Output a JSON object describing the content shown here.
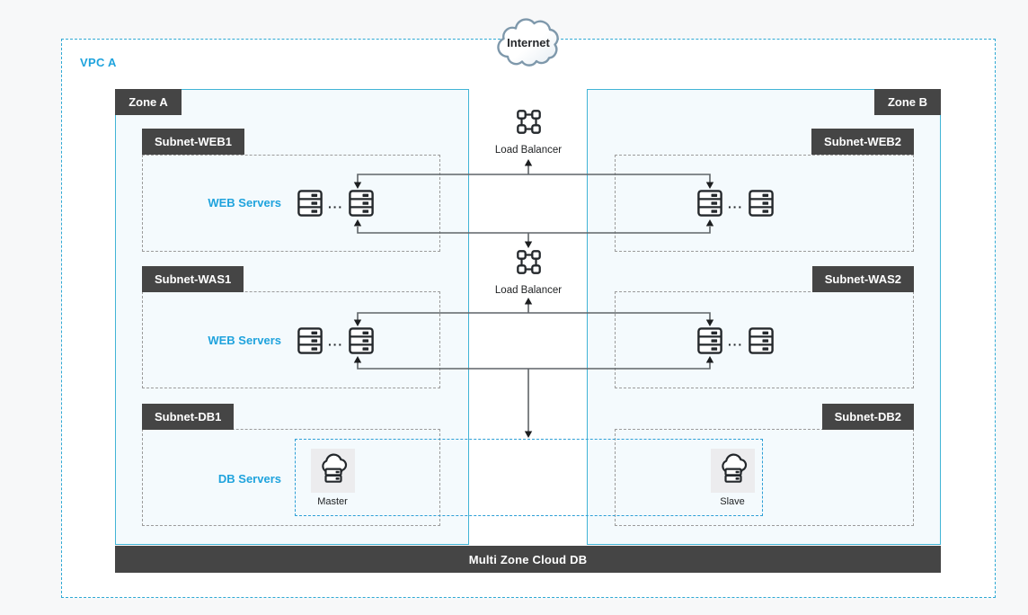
{
  "internet": {
    "label": "Internet"
  },
  "vpc": {
    "label": "VPC A"
  },
  "zones": {
    "a": {
      "label": "Zone A"
    },
    "b": {
      "label": "Zone B"
    }
  },
  "subnets": {
    "web1": {
      "label": "Subnet-WEB1",
      "row_label": "WEB Servers"
    },
    "web2": {
      "label": "Subnet-WEB2"
    },
    "was1": {
      "label": "Subnet-WAS1",
      "row_label": "WEB Servers"
    },
    "was2": {
      "label": "Subnet-WAS2"
    },
    "db1": {
      "label": "Subnet-DB1",
      "row_label": "DB Servers"
    },
    "db2": {
      "label": "Subnet-DB2"
    }
  },
  "load_balancers": {
    "top": {
      "label": "Load Balancer"
    },
    "middle": {
      "label": "Load Balancer"
    }
  },
  "db": {
    "master": {
      "label": "Master"
    },
    "slave": {
      "label": "Slave"
    }
  },
  "footer": {
    "label": "Multi Zone Cloud DB"
  },
  "ellipsis": "···",
  "icons": [
    "internet-cloud-icon",
    "load-balancer-icon",
    "server-icon",
    "cloud-db-icon"
  ],
  "colors": {
    "accent": "#1fa3dd",
    "zone_border": "#41b4d6",
    "zone_fill": "#f4fafd",
    "header_bg": "#454545",
    "line": "#5f6468",
    "subnet_dash": "#9b9b9b",
    "db_dash": "#2d9fd6",
    "vpc_dash": "#2fa9d4",
    "cloud_stroke": "#7e98ab",
    "page_bg": "#f7f8f9",
    "tile_bg": "#ececee"
  }
}
